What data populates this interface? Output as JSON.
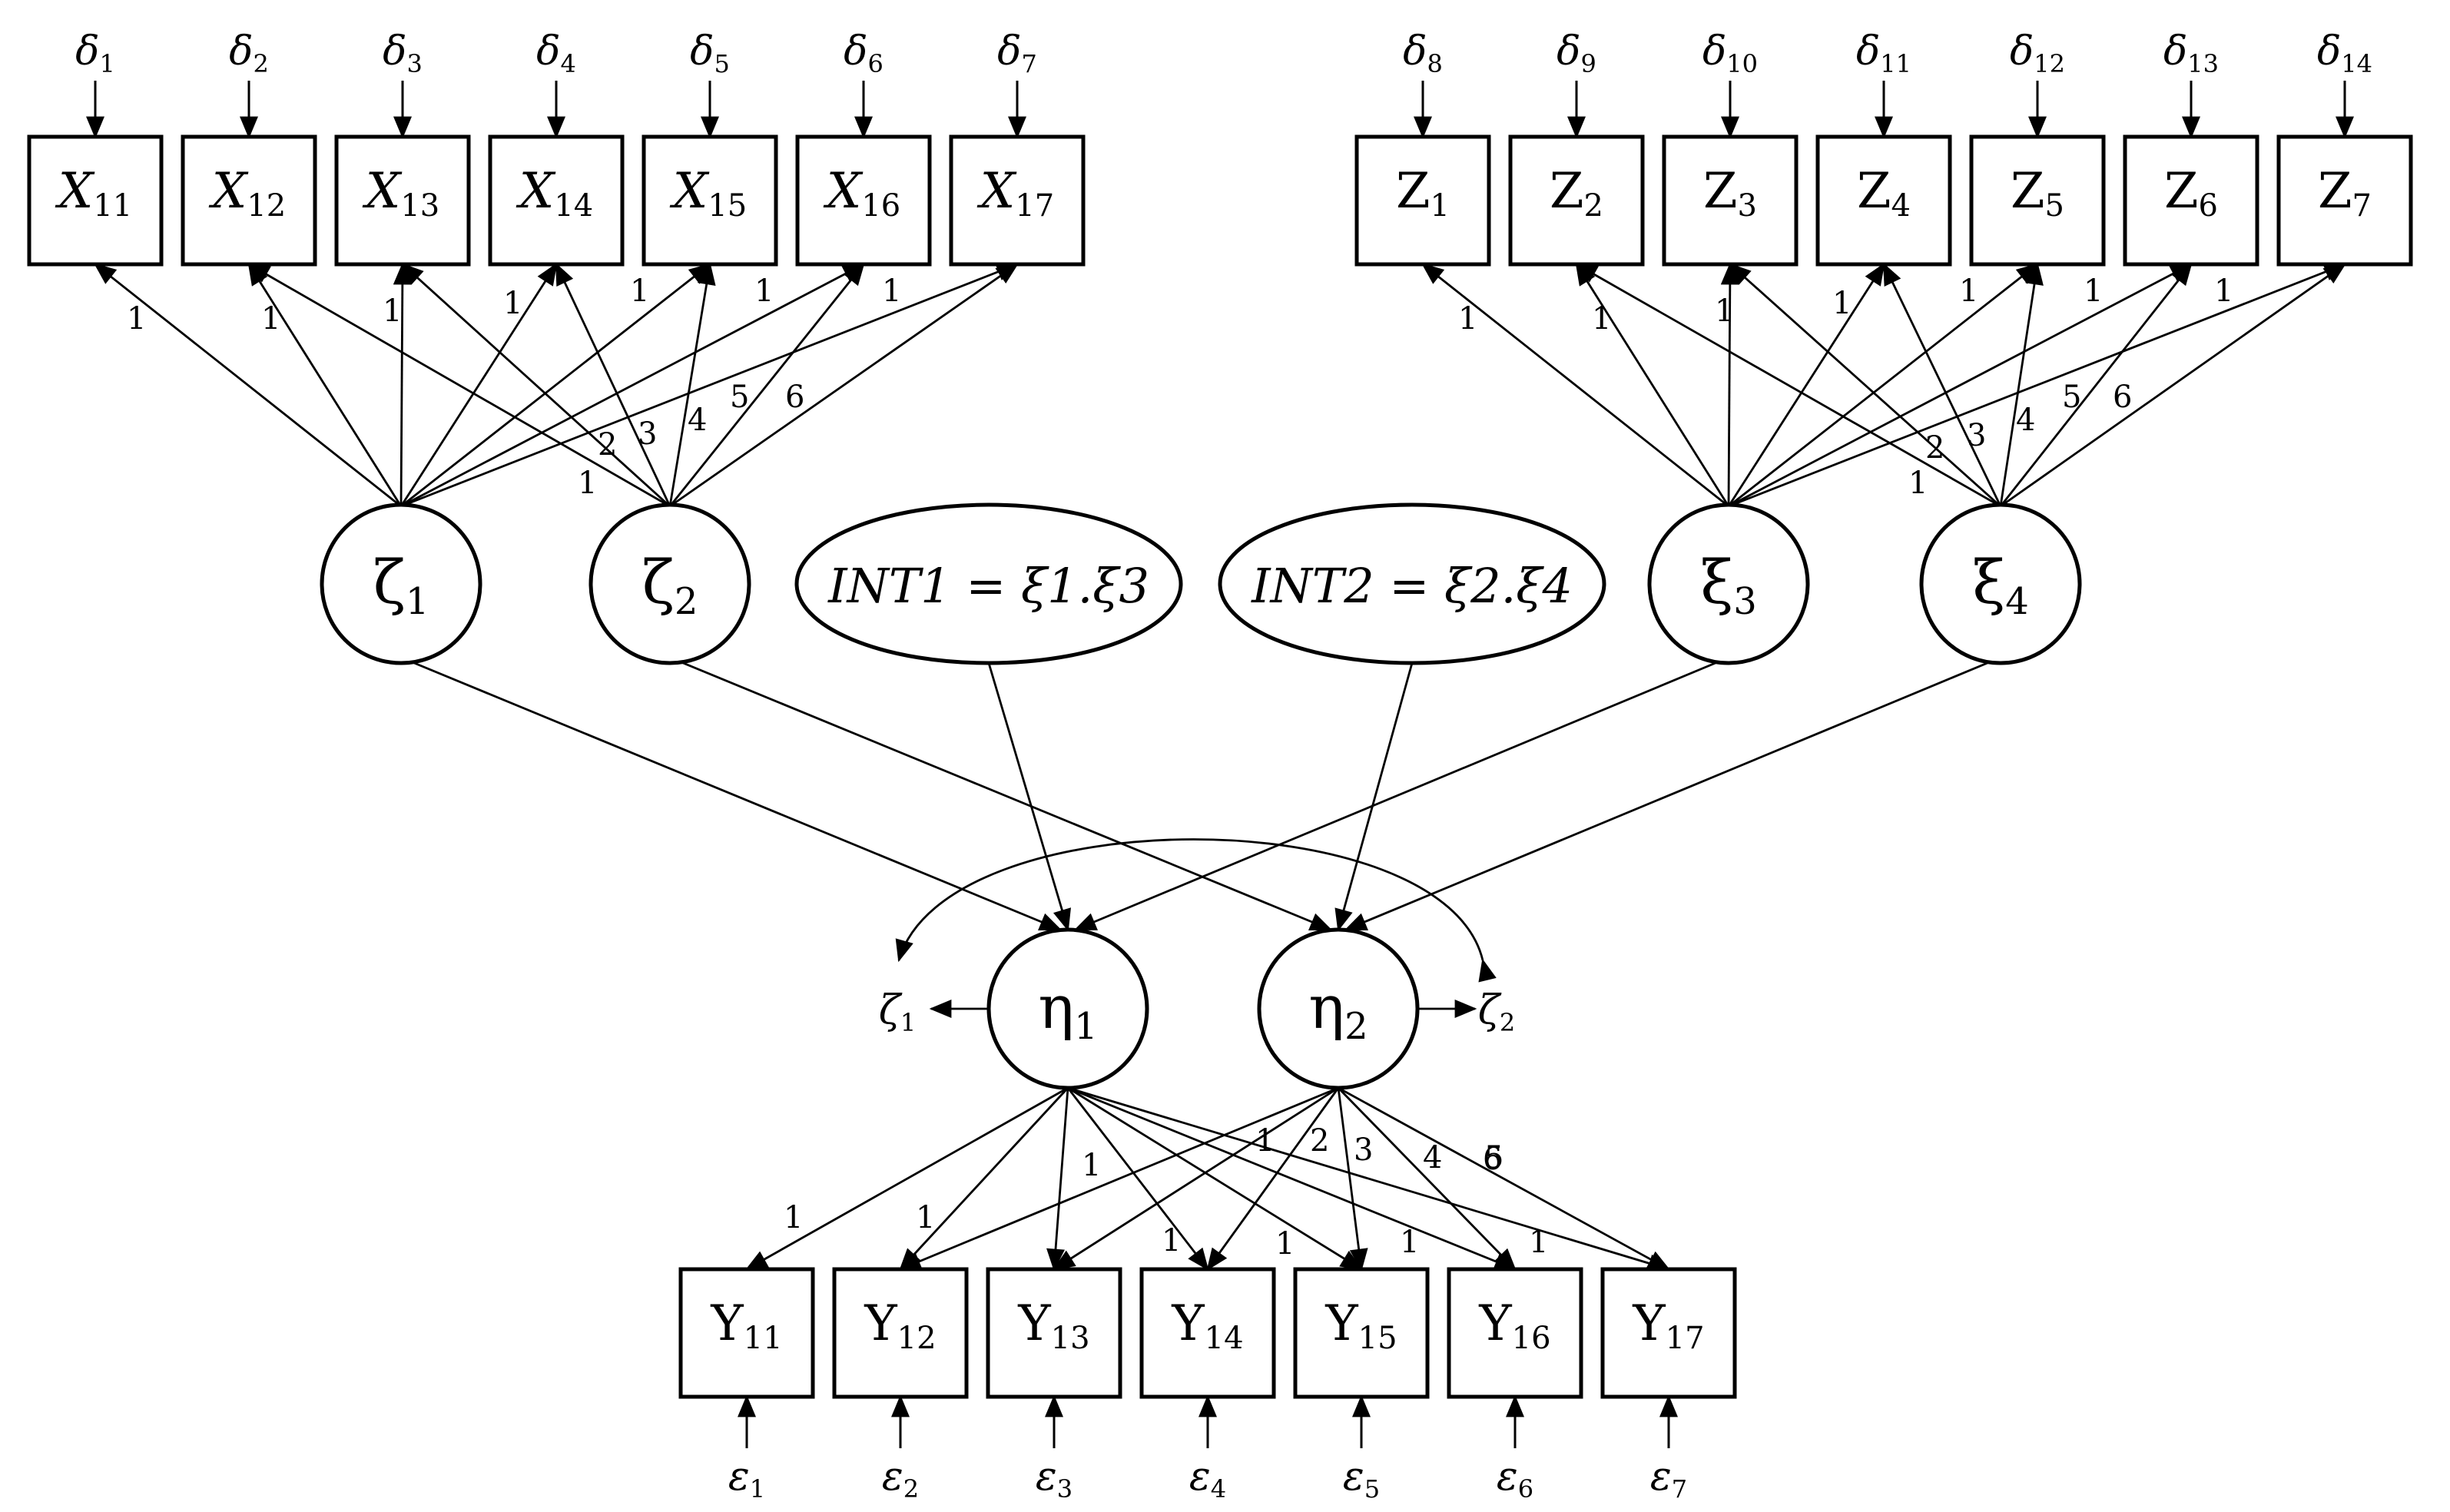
{
  "x_indicators": [
    "X11",
    "X12",
    "X13",
    "X14",
    "X15",
    "X16",
    "X17"
  ],
  "x_errors": [
    "δ1",
    "δ2",
    "δ3",
    "δ4",
    "δ5",
    "δ6",
    "δ7"
  ],
  "z_indicators": [
    "Z1",
    "Z2",
    "Z3",
    "Z4",
    "Z5",
    "Z6",
    "Z7"
  ],
  "z_errors": [
    "δ8",
    "δ9",
    "δ10",
    "δ11",
    "δ12",
    "δ13",
    "δ14"
  ],
  "y_indicators": [
    "Y11",
    "Y12",
    "Y13",
    "Y14",
    "Y15",
    "Y16",
    "Y17"
  ],
  "y_errors": [
    "ε1",
    "ε2",
    "ε3",
    "ε4",
    "ε5",
    "ε6",
    "ε7"
  ],
  "exogenous": [
    "ζ1",
    "ζ2",
    "ξ3",
    "ξ4"
  ],
  "interactions": [
    "INT1 = ξ1.ξ3",
    "INT2 = ξ2.ξ4"
  ],
  "endogenous": [
    "η1",
    "η2"
  ],
  "disturbances": [
    "ζ1",
    "ζ2"
  ],
  "loadings_first_factor": [
    "1",
    "1",
    "1",
    "1",
    "1",
    "1",
    "1"
  ],
  "loadings_second_factor": [
    "1",
    "2",
    "3",
    "4",
    "5",
    "6"
  ]
}
